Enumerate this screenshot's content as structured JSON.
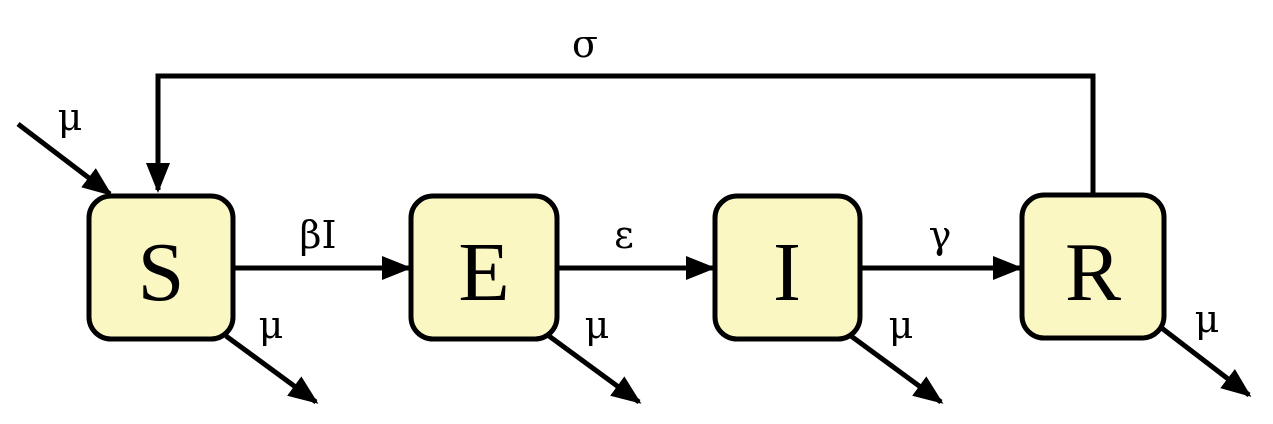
{
  "diagram": {
    "nodes": [
      {
        "id": "S",
        "label": "S"
      },
      {
        "id": "E",
        "label": "E"
      },
      {
        "id": "I",
        "label": "I"
      },
      {
        "id": "R",
        "label": "R"
      }
    ],
    "transitions": [
      {
        "from": "S",
        "to": "E",
        "label": "βI"
      },
      {
        "from": "E",
        "to": "I",
        "label": "ε"
      },
      {
        "from": "I",
        "to": "R",
        "label": "γ"
      },
      {
        "from": "R",
        "to": "S",
        "label": "σ"
      }
    ],
    "birth_label": "μ",
    "death_labels": [
      "μ",
      "μ",
      "μ",
      "μ"
    ],
    "colors": {
      "box_fill": "#fbf7c3",
      "stroke": "#000000"
    }
  }
}
